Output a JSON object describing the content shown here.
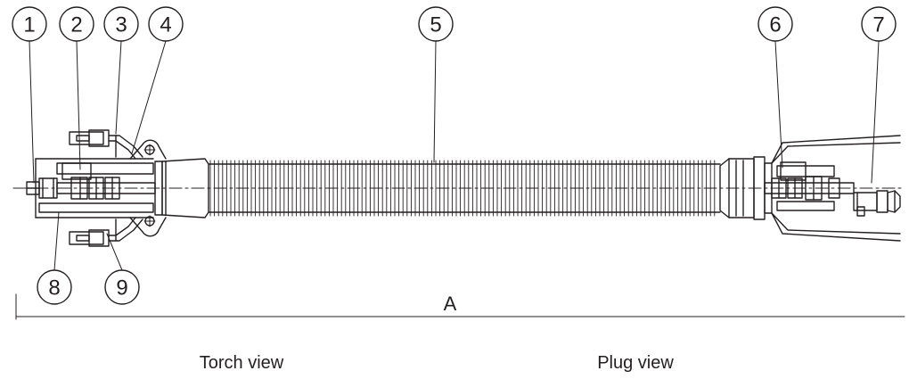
{
  "callouts": [
    "1",
    "2",
    "3",
    "4",
    "5",
    "6",
    "7",
    "8",
    "9"
  ],
  "dimension_label": "A",
  "captions": {
    "torch_view": "Torch view",
    "plug_view": "Plug view"
  },
  "colors": {
    "line": "#231f20",
    "background": "#ffffff"
  }
}
